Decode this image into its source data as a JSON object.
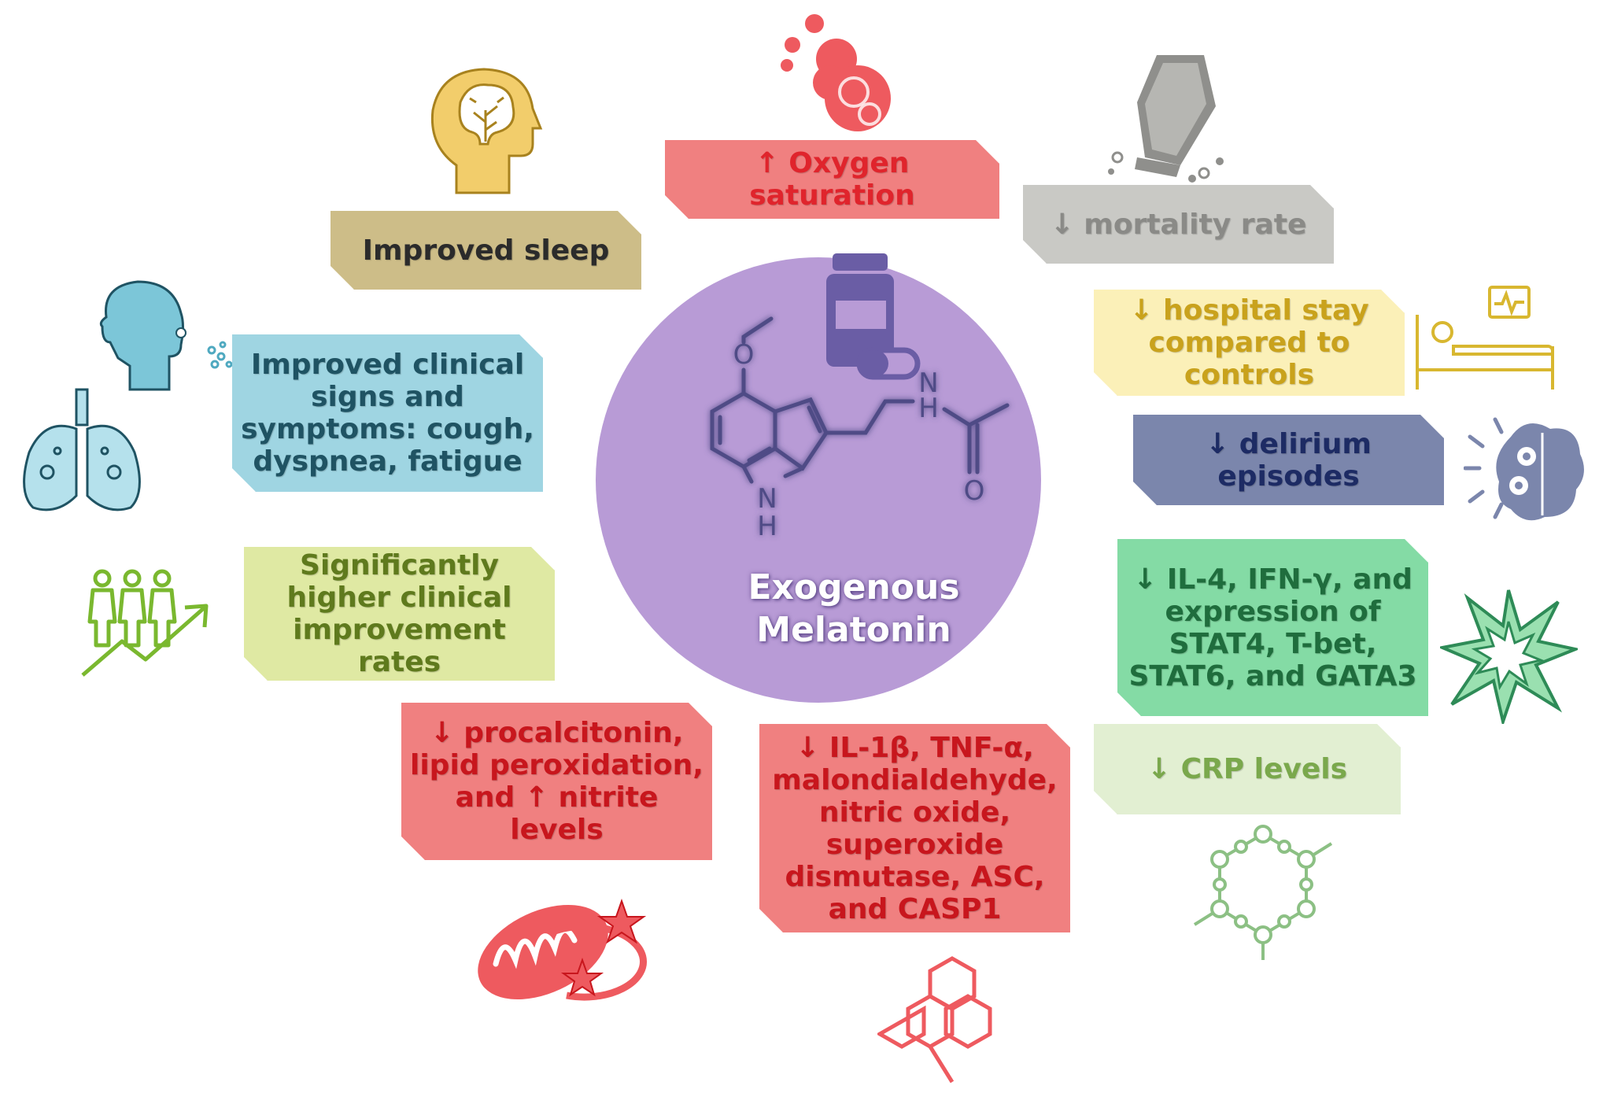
{
  "center": {
    "label_line1": "Exogenous",
    "label_line2": "Melatonin",
    "circle_color": "#b89bd6"
  },
  "molecule_atoms": {
    "oxygen_methoxy": "O",
    "nh_amide": "N",
    "h_amide": "H",
    "oxygen_carbonyl": "O",
    "nh_indole": "N",
    "h_indole": "H"
  },
  "effects": {
    "oxygen_saturation": {
      "text": "↑ Oxygen saturation",
      "bg": "#f08080",
      "fg": "#e0242c",
      "icon": "bubbles-icon"
    },
    "mortality": {
      "text": "↓ mortality rate",
      "bg": "#c9c9c5",
      "fg": "#8a8a87",
      "icon": "coffin-icon"
    },
    "hospital_stay": {
      "text": "↓ hospital stay compared to controls",
      "bg": "#fbf0b8",
      "fg": "#c9a21c",
      "icon": "hospital-bed-icon"
    },
    "delirium": {
      "text": "↓ delirium episodes",
      "bg": "#7b86ac",
      "fg": "#1d2b64",
      "icon": "brain-gears-icon"
    },
    "cytokines": {
      "text": "↓ IL-4, IFN-γ, and expression of STAT4, T-bet, STAT6, and GATA3",
      "bg": "#84dba5",
      "fg": "#1f6d3d",
      "icon": "burst-icon"
    },
    "crp": {
      "text": "↓ CRP levels",
      "bg": "#e2efd2",
      "fg": "#7aa84c",
      "icon": "molecule-ring-icon"
    },
    "inflammation_markers": {
      "text": "↓ IL-1β, TNF-α, malondialdehyde, nitric oxide, superoxide dismutase, ASC, and CASP1",
      "bg": "#f08080",
      "fg": "#c8161d",
      "icon": "hexagon-chain-icon"
    },
    "procalcitonin": {
      "text": "↓ procalcitonin, lipid peroxidation, and ↑ nitrite levels",
      "bg": "#f08080",
      "fg": "#c8161d",
      "icon": "mitochondria-icon"
    },
    "clinical_improvement": {
      "text": "Significantly higher clinical improvement rates",
      "bg": "#dfe9a3",
      "fg": "#5f7a1d",
      "icon": "people-growth-icon"
    },
    "clinical_signs": {
      "text": "Improved clinical signs and symptoms: cough, dyspnea, fatigue",
      "bg": "#9fd5e2",
      "fg": "#1f5363",
      "icon": "lungs-cough-icon"
    },
    "sleep": {
      "text": "Improved sleep",
      "bg": "#cdbd88",
      "fg": "#2b2b2b",
      "icon": "head-brain-icon"
    }
  }
}
